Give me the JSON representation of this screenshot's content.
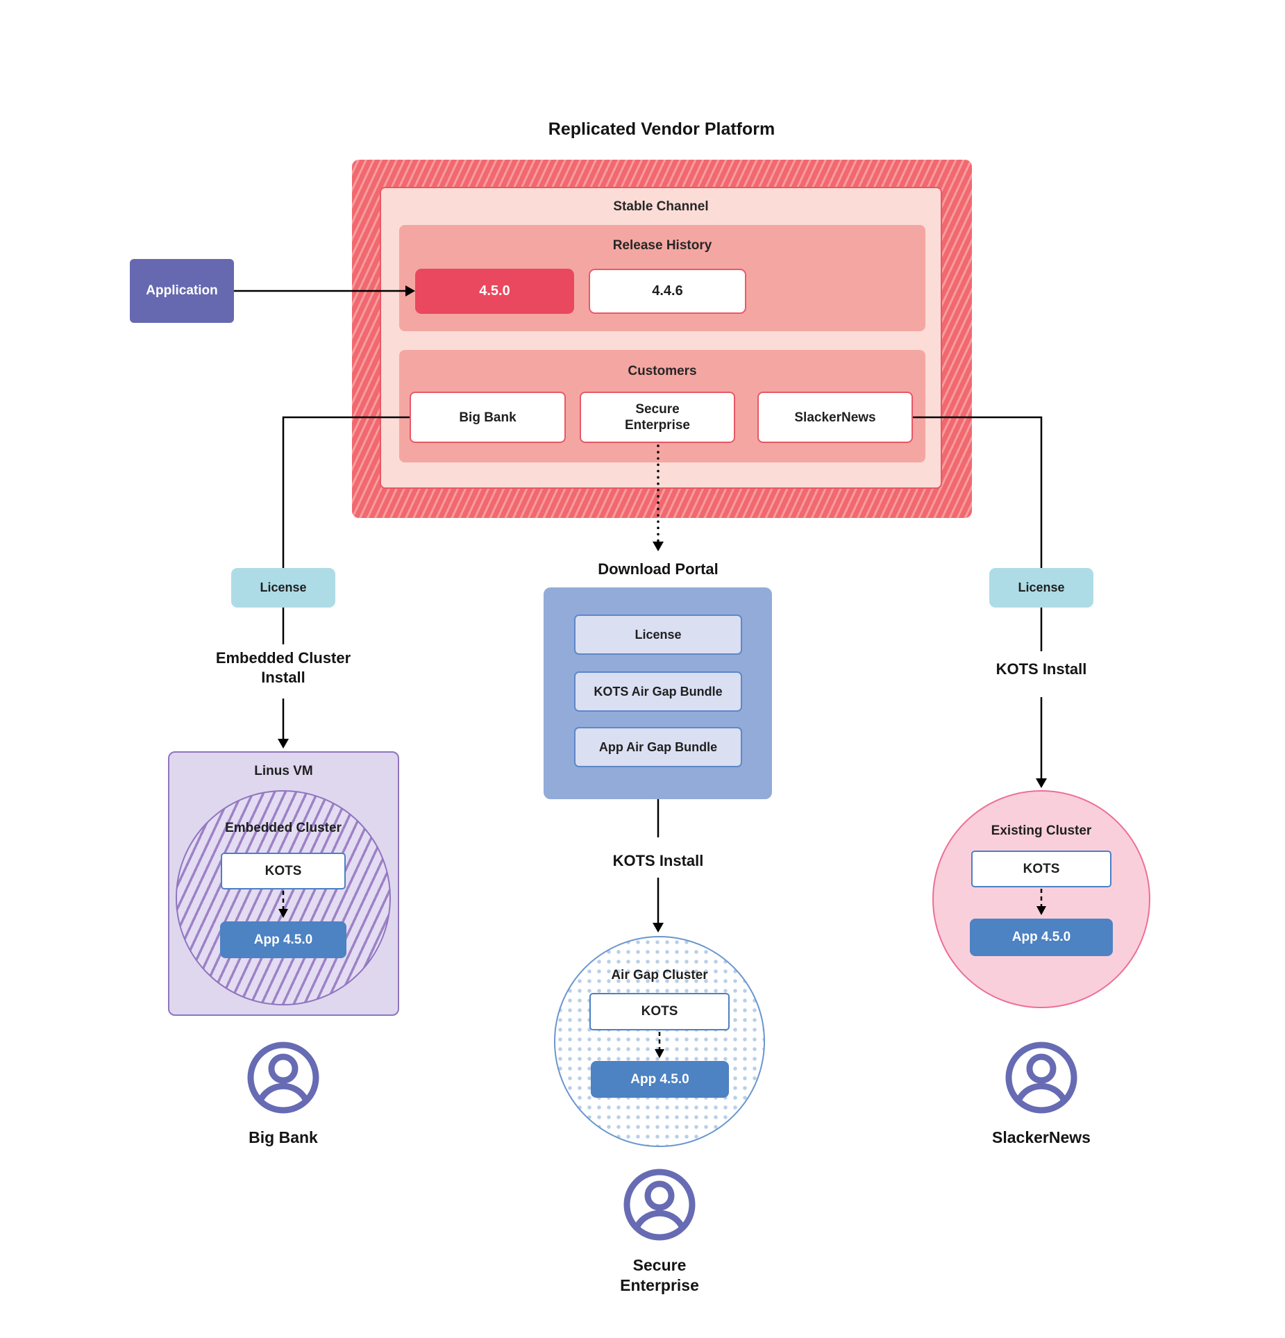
{
  "title": "Replicated Vendor Platform",
  "application": {
    "label": "Application"
  },
  "platform": {
    "stable_channel_label": "Stable Channel",
    "release_history": {
      "label": "Release History",
      "versions": [
        "4.5.0",
        "4.4.6"
      ],
      "highlighted_version": "4.5.0"
    },
    "customers": {
      "label": "Customers",
      "items": [
        "Big Bank",
        "Secure Enterprise",
        "SlackerNews"
      ]
    }
  },
  "left_flow": {
    "license": "License",
    "install": "Embedded Cluster Install",
    "vm": "Linus VM",
    "cluster": "Embedded Cluster",
    "kots": "KOTS",
    "app": "App 4.5.0",
    "user": "Big Bank"
  },
  "middle_flow": {
    "portal_title": "Download Portal",
    "portal_items": [
      "License",
      "KOTS Air Gap Bundle",
      "App Air Gap Bundle"
    ],
    "install": "KOTS Install",
    "cluster": "Air Gap Cluster",
    "kots": "KOTS",
    "app": "App 4.5.0",
    "user": "Secure Enterprise"
  },
  "right_flow": {
    "license": "License",
    "install": "KOTS Install",
    "cluster": "Existing Cluster",
    "kots": "KOTS",
    "app": "App 4.5.0",
    "user": "SlackerNews"
  },
  "colors": {
    "red_base": "#f2686f",
    "red_stripe": "#f59da0",
    "red_border": "#e85765",
    "pink_light": "#fcdcd7",
    "salmon": "#f4a7a2",
    "red_accent": "#e9485e",
    "indigo": "#6668b0",
    "cyan": "#aedce6",
    "blue": "#4d82c3",
    "blue_border": "#4a80c4",
    "portal_blue": "#92abd9",
    "portal_item_bg": "#dbdff2",
    "portal_item_border": "#5f87c7",
    "lavender": "#ded7ee",
    "purple_border": "#8f74be",
    "purple_stripe": "#9d82c6",
    "pink_fill": "#f9cfdc",
    "pink_border": "#ee6d96",
    "dot_blue": "#b9cfe8",
    "airgap_border": "#6a95cf",
    "person": "#666bb3"
  }
}
